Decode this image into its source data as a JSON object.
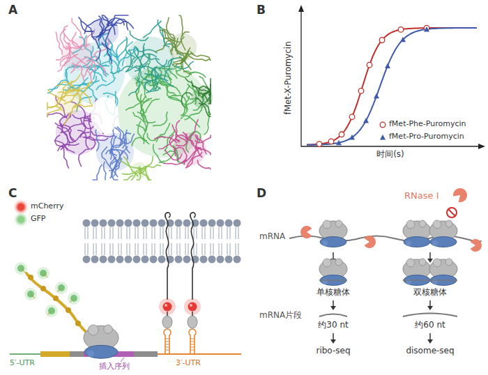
{
  "diagram": {
    "labels": [
      "A",
      "B",
      "fMet-X-Puromycin",
      "时间(s)",
      "C",
      "D",
      "RNase I",
      "mRNA",
      "单核糖体",
      "双核糖体",
      "mRNA片段",
      "约30 nt",
      "约60 nt",
      "ribo-seq",
      "disome-seq",
      "5′-UTR",
      "3′-UTR",
      "插入序列"
    ],
    "legend": [
      {
        "text": "fMet-Phe-Puromycin"
      },
      {
        "text": "fMet-Pro-Puromycin"
      },
      {
        "text": "mCherry",
        "color": "#e8473a"
      },
      {
        "text": "GFP",
        "color": "#8fd08a"
      }
    ]
  }
}
